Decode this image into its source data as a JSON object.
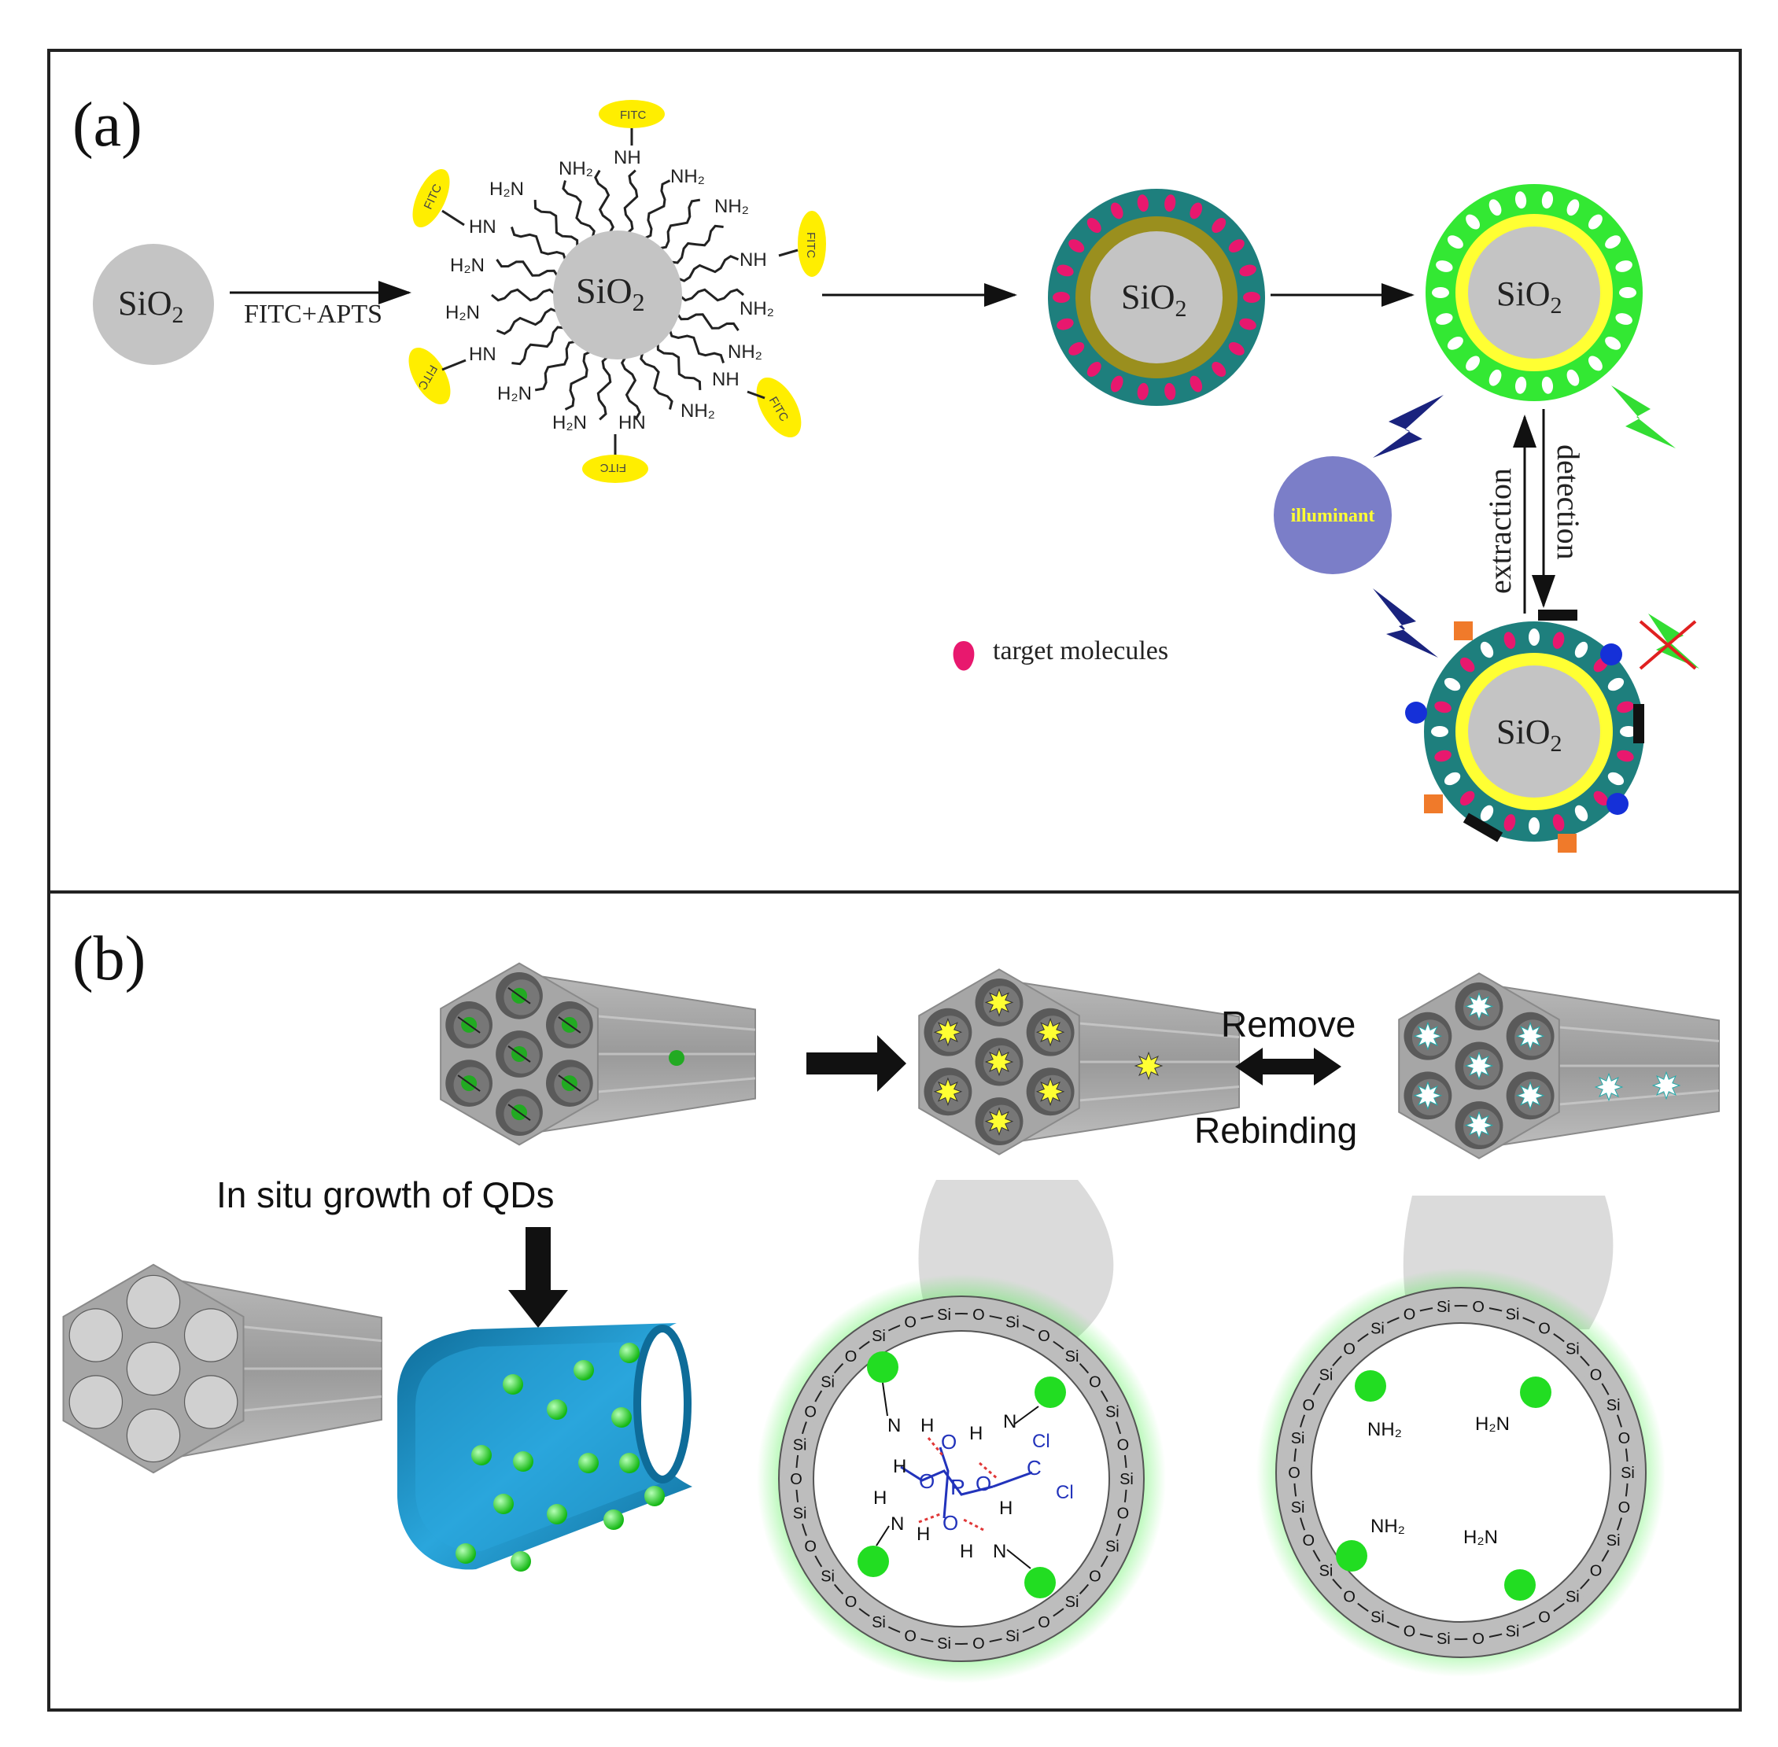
{
  "panel_a": {
    "label": "(a)",
    "sio2_base": "SiO",
    "sio2_sub": "2",
    "arrow1_label": "FITC+APTS",
    "fitc": "FITC",
    "nh": "NH",
    "hn": "HN",
    "nh2": "NH₂",
    "h2n": "H₂N",
    "illuminant": "illuminant",
    "extraction": "extraction",
    "detection": "detection",
    "legend_target": "target molecules"
  },
  "panel_b": {
    "label": "(b)",
    "growth_label": "In situ growth of QDs",
    "remove_label": "Remove",
    "rebinding_label": "Rebinding",
    "si": "Si",
    "o": "O",
    "h": "H",
    "n": "N",
    "p": "P",
    "c": "C",
    "cl": "Cl",
    "nh2": "NH₂",
    "h2n": "H₂N"
  },
  "colors": {
    "border": "#222222",
    "sio2_gray": "#c4c4c4",
    "fitc_yellow": "#ffee00",
    "teal_shell": "#1e7f7d",
    "olive_layer": "#9a8f1e",
    "magenta": "#e8186e",
    "green_shell": "#33e833",
    "yellow_layer": "#ffff33",
    "illuminant_purple": "#7b7ec8",
    "navy_bolt": "#1a237e",
    "green_bolt": "#33dd33",
    "tube_blue": "#1a8fc4",
    "qd_green": "#22dd22",
    "rod_gray": "#a9a9a9"
  }
}
